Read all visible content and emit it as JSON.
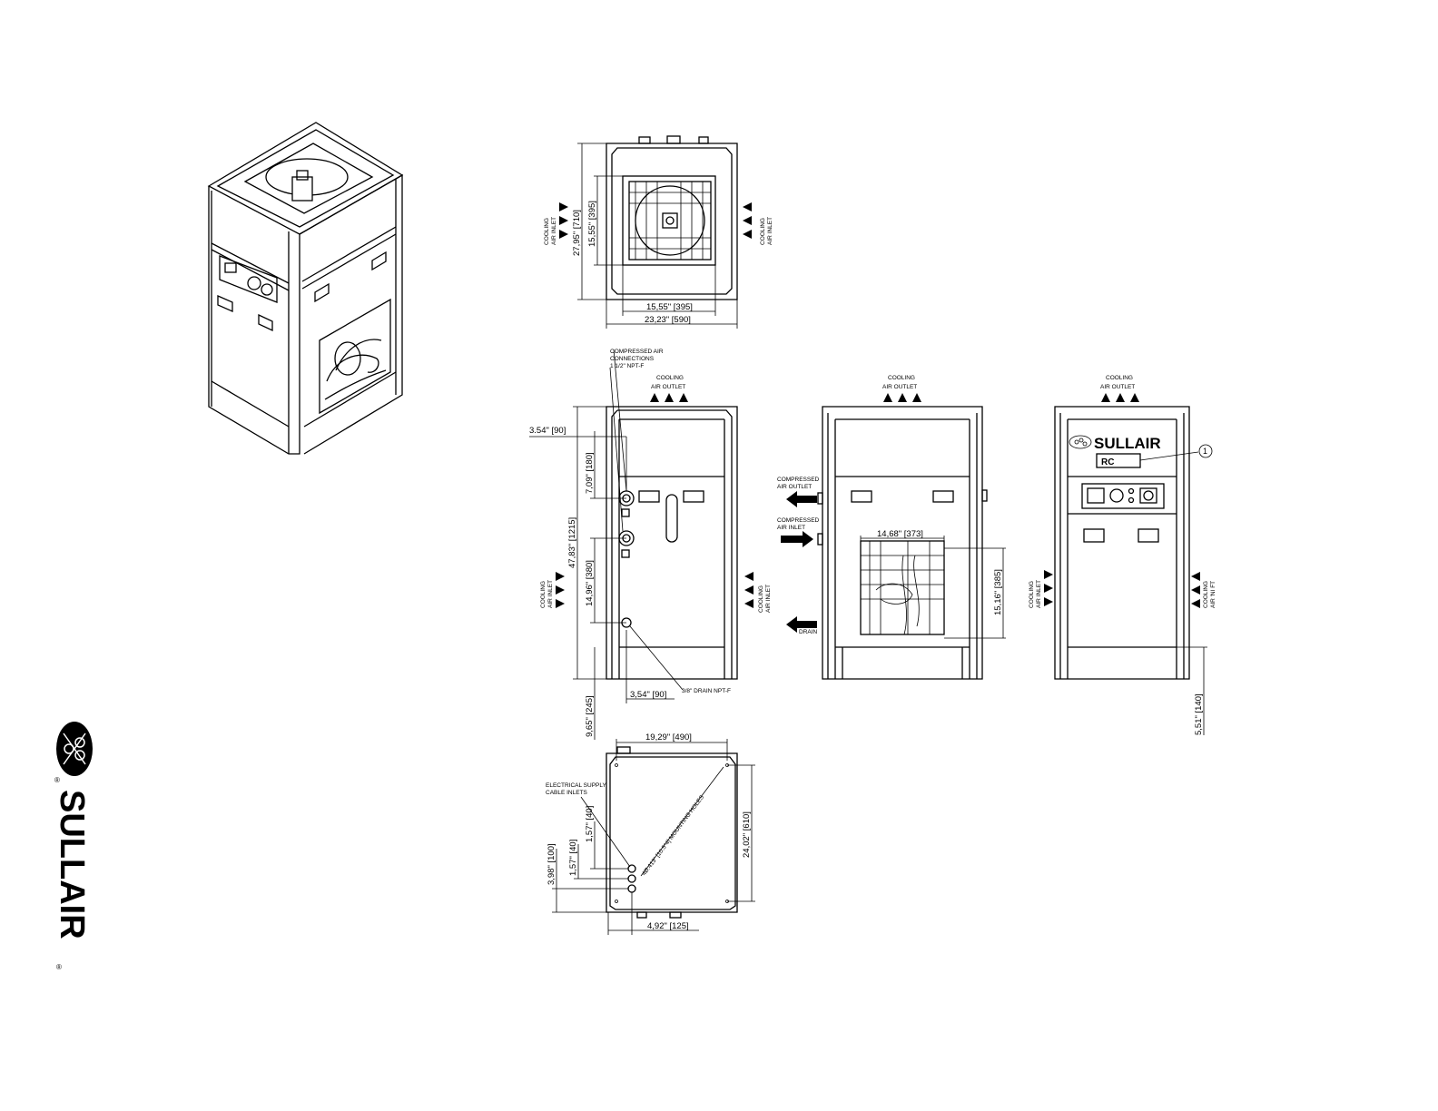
{
  "brand": {
    "name": "SULLAIR",
    "registered": "®"
  },
  "labels": {
    "cooling_air_inlet": [
      "COOLING",
      "AIR INLET"
    ],
    "cooling_air_outlet": [
      "COOLING",
      "AIR OUTLET"
    ],
    "compressed_air_connections": [
      "COMPRESSED AIR",
      "CONNECTIONS",
      "1 1/2\" NPT-F"
    ],
    "compressed_air_outlet": [
      "COMPRESSED",
      "AIR OUTLET"
    ],
    "compressed_air_inlet": [
      "COMPRESSED",
      "AIR INLET"
    ],
    "drain": "DRAIN",
    "drain_note": "3/8\" DRAIN NPT-F",
    "electrical_supply": [
      "ELECTRICAL SUPPLY",
      "CABLE INLETS"
    ],
    "mounting_holes": "4Ø.413\" [10.5*4] MOUNTING HOLES",
    "right_inlet_alt": [
      "COOLING",
      "AIR 'NI FT"
    ],
    "model_plate": "RC",
    "callout_number": "1"
  },
  "dimensions": {
    "top_height_overall": "27,95\" [710]",
    "top_height_inner": "15,55\" [395]",
    "top_width_inner": "15,55\" [395]",
    "top_width_overall": "23,23\" [590]",
    "side_offset_top": "3.54\" [90]",
    "side_conn_spacing": "7,09\" [180]",
    "side_height_overall": "47,83\" [1215]",
    "side_conn_to_drain": "14,96\" [380]",
    "side_base_height": "9,65\" [245]",
    "side_drain_offset": "3,54\" [90]",
    "back_opening_width": "14,68\" [373]",
    "back_opening_height": "15,16\" [385]",
    "front_base_height": "5,51\" [140]",
    "base_hole_spacing": "19,29\" [490]",
    "base_depth": "24,02\" [610]",
    "base_offset_a": "1,57\" [40]",
    "base_offset_b": "1,57\" [40]",
    "base_offset_c": "3,98\" [100]",
    "base_offset_d": "4,92\" [125]"
  }
}
